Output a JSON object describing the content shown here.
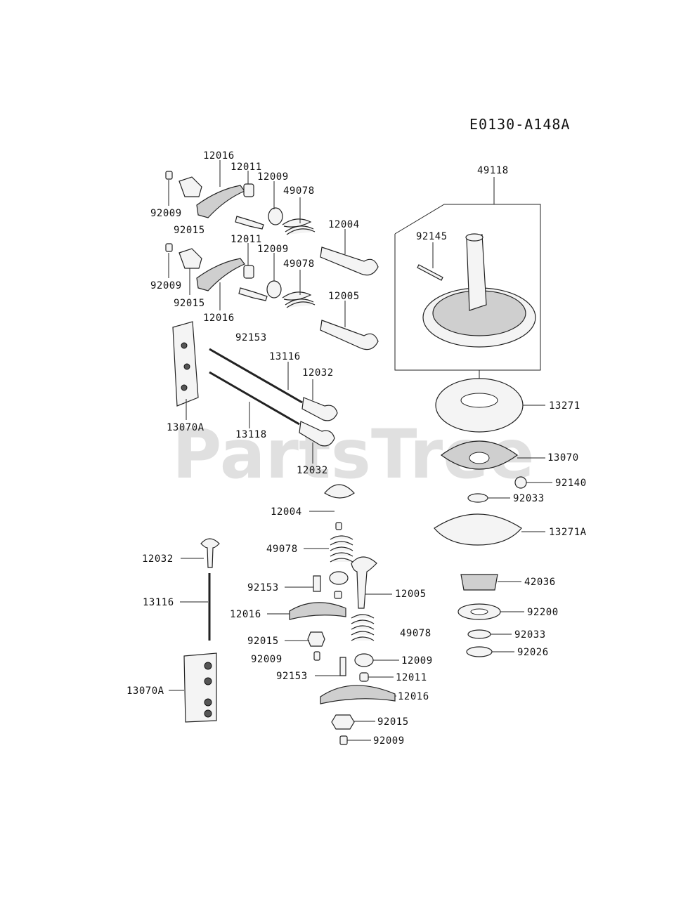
{
  "diagram": {
    "code": "E0130-A148A",
    "watermark": "PartsTree",
    "labels": {
      "l12016a": "12016",
      "l12011a": "12011",
      "l12009a": "12009",
      "l49078a": "49078",
      "l92009a": "92009",
      "l92015a": "92015",
      "l12004a": "12004",
      "l12011b": "12011",
      "l12009b": "12009",
      "l49078b": "49078",
      "l92009b": "92009",
      "l92015b": "92015",
      "l12016b": "12016",
      "l12005a": "12005",
      "l92153a": "92153",
      "l13116a": "13116",
      "l12032a": "12032",
      "l13070Aa": "13070A",
      "l13118": "13118",
      "l12032b": "12032",
      "l49118": "49118",
      "l92145": "92145",
      "l13271": "13271",
      "l13070": "13070",
      "l92140": "92140",
      "l92033a": "92033",
      "l13271A": "13271A",
      "l42036": "42036",
      "l92200": "92200",
      "l92033b": "92033",
      "l92026": "92026",
      "l12004b": "12004",
      "l49078c": "49078",
      "l12032c": "12032",
      "l92153b": "92153",
      "l12005b": "12005",
      "l13116b": "13116",
      "l12016c": "12016",
      "l92015c": "92015",
      "l49078d": "49078",
      "l92009c": "92009",
      "l12009c": "12009",
      "l92153c": "92153",
      "l12011c": "12011",
      "l13070Ab": "13070A",
      "l12016d": "12016",
      "l92015d": "92015",
      "l92009d": "92009"
    }
  }
}
